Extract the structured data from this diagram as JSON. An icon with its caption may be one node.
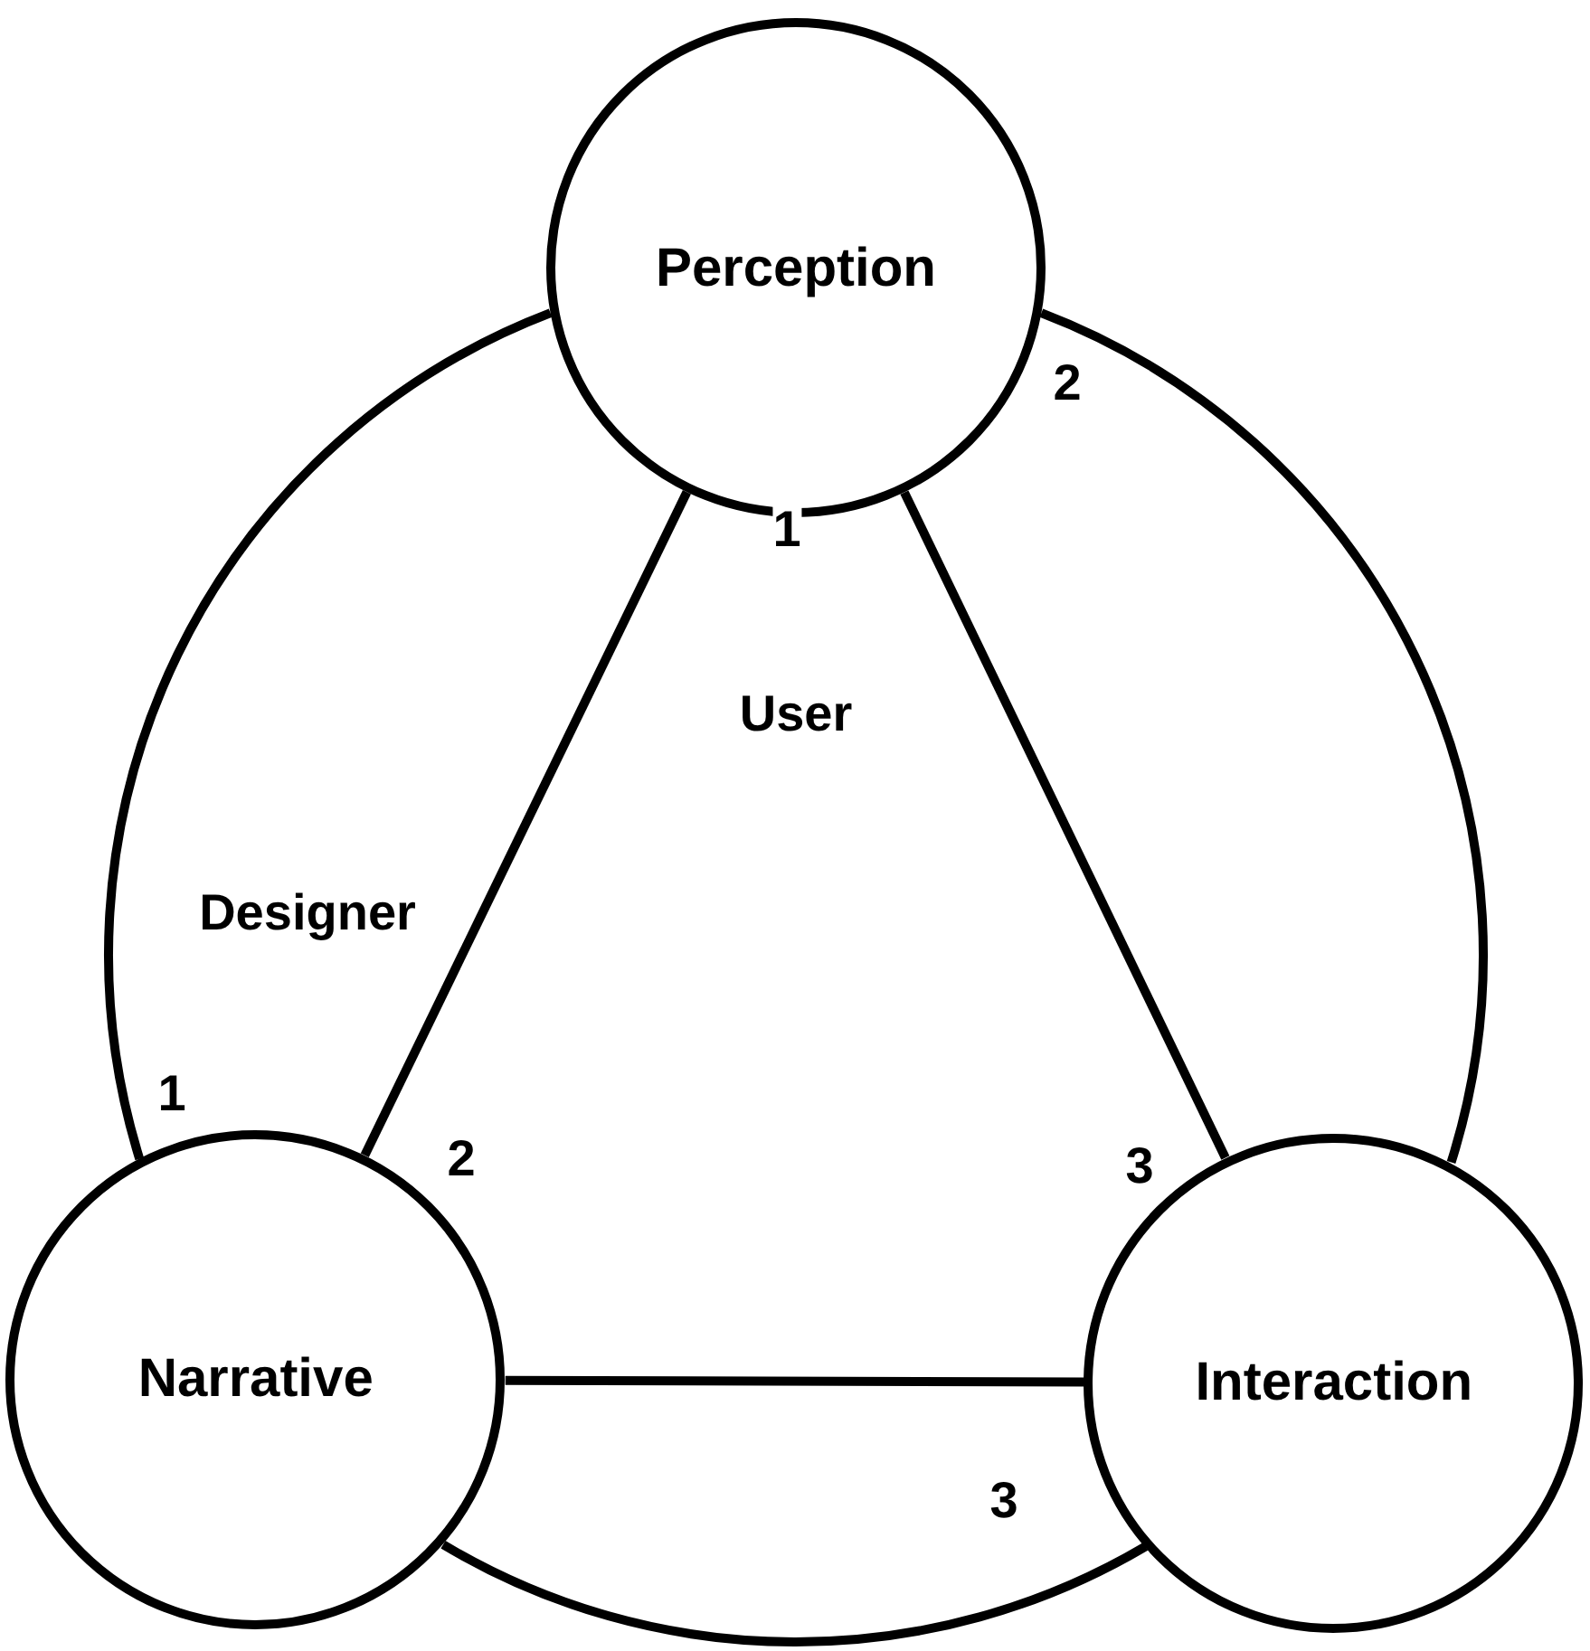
{
  "diagram": {
    "nodes": [
      {
        "text": [
          "Perception"
        ]
      },
      {
        "text": [
          "Narrative"
        ]
      },
      {
        "text": [
          "Interaction"
        ]
      }
    ],
    "edges": [
      {
        "from": 0,
        "to": 1,
        "arrow": "none"
      },
      {
        "from": 0,
        "to": 2,
        "arrow": "none"
      },
      {
        "from": 1,
        "to": 2,
        "arrow": "none"
      },
      {
        "from": 0,
        "to": 1,
        "arrow": "none"
      },
      {
        "from": 0,
        "to": 2,
        "arrow": "none"
      },
      {
        "from": 1,
        "to": 2,
        "arrow": "none"
      }
    ],
    "labels": [
      "2",
      "1",
      "User",
      "Designer",
      "1",
      "2",
      "3",
      "3"
    ]
  }
}
